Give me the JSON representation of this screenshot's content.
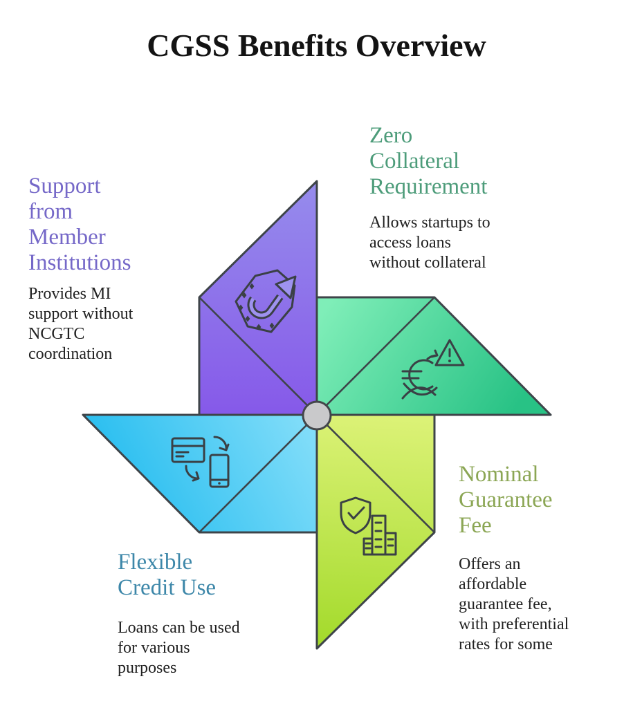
{
  "title": "CGSS Benefits Overview",
  "sections": {
    "support": {
      "heading": "Support\nfrom\nMember\nInstitutions",
      "body": "Provides MI\nsupport without\nNCGTC\ncoordination",
      "heading_color": "#7568c8",
      "icon": "growth-arrow-badge-icon",
      "blade_gradient": [
        "#968cec",
        "#8659e9"
      ]
    },
    "zero_collateral": {
      "heading": "Zero\nCollateral\nRequirement",
      "body": "Allows startups to\naccess loans\nwithout collateral",
      "heading_color": "#4d9c7a",
      "icon": "euro-warning-icon",
      "blade_gradient": [
        "#7feeb8",
        "#28c285"
      ]
    },
    "flexible_credit": {
      "heading": "Flexible\nCredit Use",
      "body": "Loans can be used\nfor various\npurposes",
      "heading_color": "#3d87a9",
      "icon": "card-phone-transfer-icon",
      "blade_gradient": [
        "#8ae0fa",
        "#2cbff0"
      ]
    },
    "nominal_fee": {
      "heading": "Nominal\nGuarantee\nFee",
      "body": "Offers an\naffordable\nguarantee fee,\nwith preferential\nrates for some",
      "heading_color": "#8ba654",
      "icon": "shield-check-building-icon",
      "blade_gradient": [
        "#dcf277",
        "#a3da2b"
      ]
    }
  },
  "pinwheel": {
    "hub_color": "#c9c9cb",
    "outline_color": "#3e4449",
    "icon_stroke": "#3a4045",
    "background": "#ffffff"
  }
}
